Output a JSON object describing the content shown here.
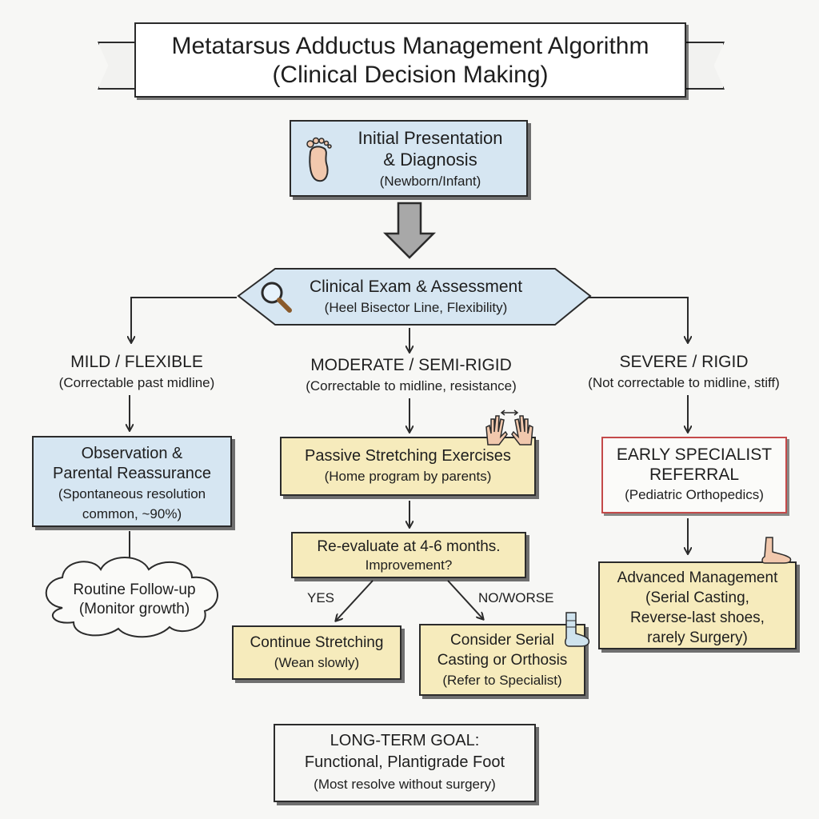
{
  "title": {
    "line1": "Metatarsus Adductus Management Algorithm",
    "line2": "(Clinical Decision Making)"
  },
  "initial": {
    "line1": "Initial Presentation",
    "line2": "& Diagnosis",
    "line3": "(Newborn/Infant)"
  },
  "exam": {
    "line1": "Clinical Exam & Assessment",
    "line2": "(Heel Bisector Line, Flexibility)"
  },
  "branches": {
    "mild": {
      "title": "MILD / FLEXIBLE",
      "subtitle": "(Correctable past midline)"
    },
    "moderate": {
      "title": "MODERATE / SEMI-RIGID",
      "subtitle": "(Correctable to midline, resistance)"
    },
    "severe": {
      "title": "SEVERE / RIGID",
      "subtitle": "(Not correctable to midline, stiff)"
    }
  },
  "observation": {
    "line1": "Observation &",
    "line2": "Parental Reassurance",
    "line3": "(Spontaneous resolution",
    "line4": "common, ~90%)"
  },
  "routine": {
    "line1": "Routine Follow-up",
    "line2": "(Monitor growth)"
  },
  "stretching": {
    "line1": "Passive Stretching Exercises",
    "line2": "(Home program by parents)"
  },
  "reevaluate": {
    "line1": "Re-evaluate at 4-6 months.",
    "line2": "Improvement?"
  },
  "decision": {
    "yes": "YES",
    "no": "NO/WORSE"
  },
  "continue": {
    "line1": "Continue Stretching",
    "line2": "(Wean slowly)"
  },
  "serial": {
    "line1": "Consider Serial",
    "line2": "Casting or Orthosis",
    "line3": "(Refer to Specialist)"
  },
  "referral": {
    "line1": "EARLY SPECIALIST",
    "line2": "REFERRAL",
    "line3": "(Pediatric Orthopedics)"
  },
  "advanced": {
    "line1": "Advanced Management",
    "line2": "(Serial Casting,",
    "line3": "Reverse-last shoes,",
    "line4": "rarely Surgery)"
  },
  "goal": {
    "line1": "LONG-TERM GOAL:",
    "line2": "Functional, Plantigrade Foot",
    "line3": "(Most resolve without surgery)"
  },
  "icons": [
    "foot-icon",
    "magnifier-icon",
    "hands-icon",
    "heel-icon",
    "cast-sock-icon",
    "down-arrow-icon"
  ],
  "colors": {
    "blue_box": "#d6e6f2",
    "yellow_box": "#f6ebbc",
    "referral_border": "#c44a4a",
    "ink": "#2b2b2b"
  }
}
